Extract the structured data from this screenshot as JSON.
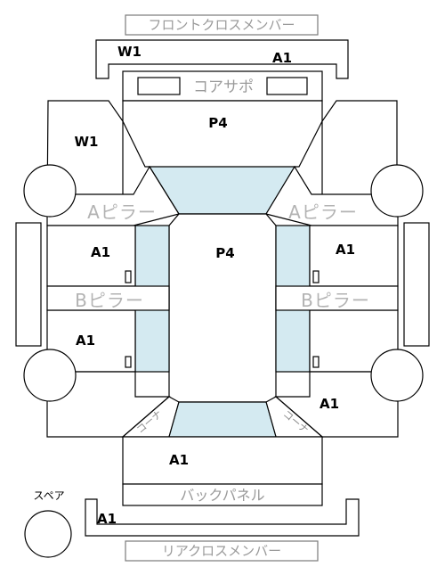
{
  "labels": {
    "front_cross_member": "フロントクロスメンバー",
    "core_support": "コアサポ",
    "a_pillar": "Aピラー",
    "b_pillar": "Bピラー",
    "back_panel": "バックパネル",
    "rear_cross_member": "リアクロスメンバー",
    "spare": "スペア",
    "rear_corner": "コーナ"
  },
  "ratings": {
    "front_cross_member_top": "W1",
    "front_cross_member_right": "A1",
    "left_front_fender": "W1",
    "hood": "P4",
    "roof": "P4",
    "left_front_door": "A1",
    "right_front_door": "A1",
    "left_rear_door": "A1",
    "right_quarter": "A1",
    "trunk": "A1",
    "rear_cross_member": "A1"
  },
  "colors": {
    "glass": "#d4eaf1",
    "panel_border": "#000000",
    "name_text": "#9a9a9a"
  }
}
